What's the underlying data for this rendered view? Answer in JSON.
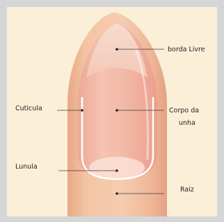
{
  "labels": {
    "free_edge": "borda Livre",
    "cuticle": "Cuticula",
    "nail_body_line1": "Corpo da",
    "nail_body_line2": "unha",
    "lunula": "Lunula",
    "root": "Raiz"
  },
  "colors": {
    "frame_border": "#d6d6d6",
    "panel_background": "#fcefd8",
    "finger_skin": "#f2c29f",
    "nail_plate": "#f4b9a8",
    "free_edge": "#f6d7c9",
    "lunula": "#fbe1d6",
    "cuticle_line": "#ffffff",
    "leader_line": "#3a3a3a"
  }
}
